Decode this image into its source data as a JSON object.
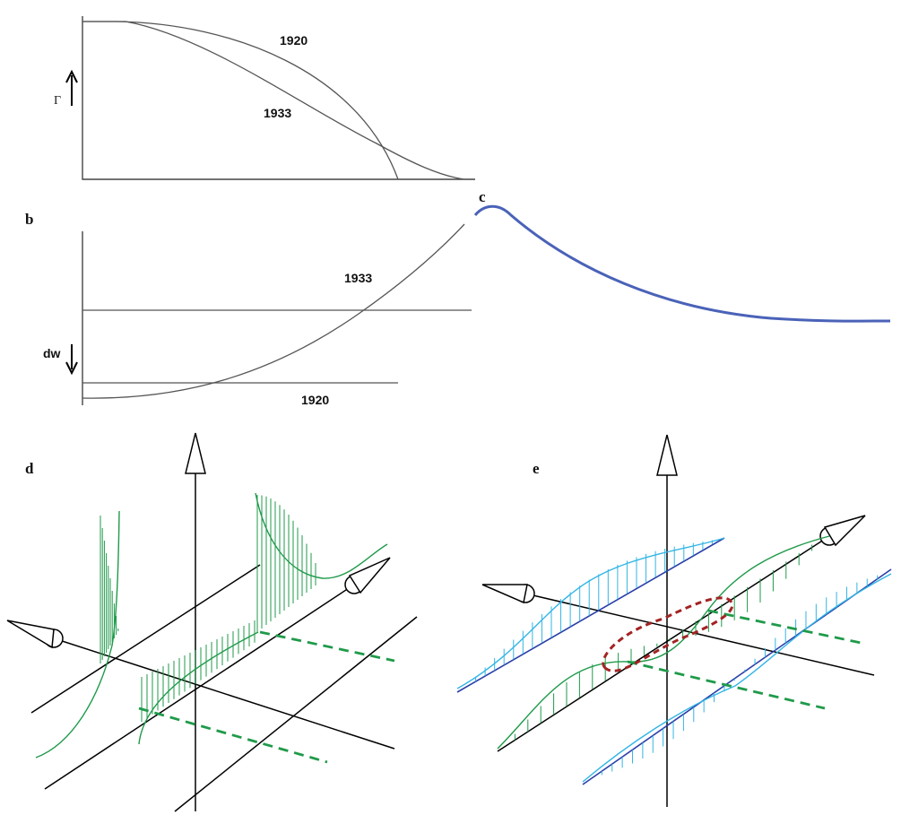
{
  "panel_a": {
    "y_symbol": "Γ",
    "curve_1920_label": "1920",
    "curve_1933_label": "1933"
  },
  "panel_b": {
    "letter": "b",
    "y_symbol": "dw",
    "curve_1933_label": "1933",
    "curve_1920_label": "1920"
  },
  "panel_c": {
    "letter": "c",
    "curve_color": "#4a62b8"
  },
  "panel_d": {
    "letter": "d",
    "wave_color": "#1f9a4a"
  },
  "panel_e": {
    "letter": "e",
    "wave_colors": [
      "#1f9a4a",
      "#33b5e5"
    ],
    "line_color": "#2a3fa8",
    "loop_color": "#a32323"
  }
}
